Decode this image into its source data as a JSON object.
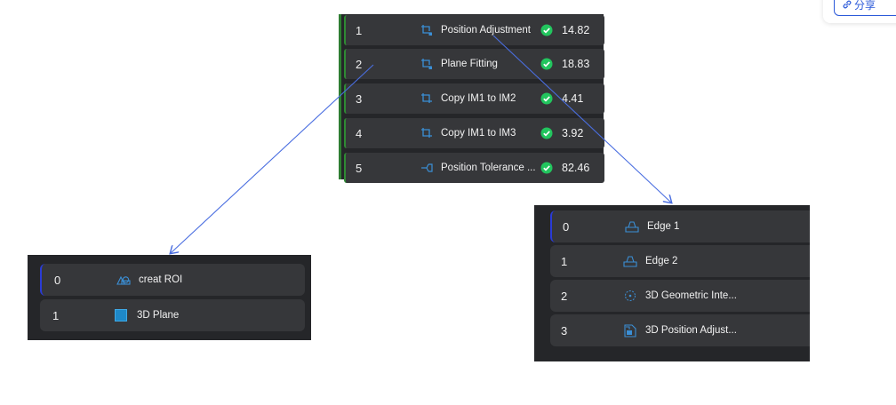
{
  "colors": {
    "panel_bg": "#252629",
    "row_bg": "#36373a",
    "accent_green": "#2f8a34",
    "accent_blue_selection": "#2a3bd6",
    "icon_blue": "#3b8fd6",
    "connector_blue": "#4a6ee0",
    "check_green": "#22c55e"
  },
  "share_button": {
    "label": "分享",
    "icon": "link-icon"
  },
  "pipeline": {
    "rows": [
      {
        "index": "1",
        "icon": "crop-point-icon",
        "label": "Position Adjustment",
        "status": "ok",
        "value": "14.82"
      },
      {
        "index": "2",
        "icon": "crop-point-icon",
        "label": "Plane Fitting",
        "status": "ok",
        "value": "18.83"
      },
      {
        "index": "3",
        "icon": "crop-icon",
        "label": "Copy IM1 to IM2",
        "status": "ok",
        "value": "4.41"
      },
      {
        "index": "4",
        "icon": "crop-icon",
        "label": "Copy IM1 to IM3",
        "status": "ok",
        "value": "3.92"
      },
      {
        "index": "5",
        "icon": "branch-icon",
        "label": "Position Tolerance ...",
        "status": "ok",
        "value": "82.46"
      }
    ]
  },
  "plane_fitting_detail": {
    "rows": [
      {
        "index": "0",
        "icon": "roi-shapes-icon",
        "label": "creat ROI",
        "selected": true
      },
      {
        "index": "1",
        "icon": "plane-square-icon",
        "label": "3D Plane",
        "selected": false
      }
    ]
  },
  "position_adjustment_detail": {
    "rows": [
      {
        "index": "0",
        "icon": "edge-measure-icon",
        "label": "Edge 1",
        "selected": true
      },
      {
        "index": "1",
        "icon": "edge-measure-icon",
        "label": "Edge 2",
        "selected": false
      },
      {
        "index": "2",
        "icon": "geometry-intersect-icon",
        "label": "3D Geometric Inte...",
        "selected": false
      },
      {
        "index": "3",
        "icon": "position-adjust-icon",
        "label": "3D Position Adjust...",
        "selected": false
      }
    ]
  }
}
